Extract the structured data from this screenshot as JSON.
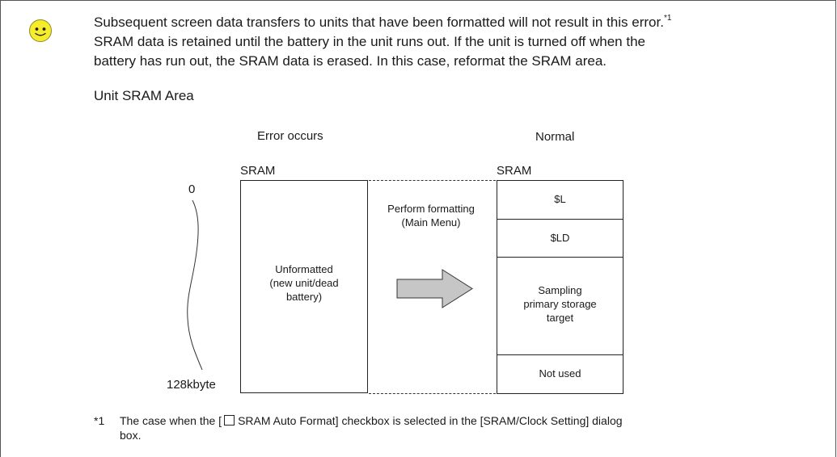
{
  "note": {
    "icon": "smiley-face-icon",
    "lines": [
      "Subsequent screen data transfers to units that have been formatted will not result in this error.",
      "SRAM data is retained until the battery in the unit runs out.  If the unit is turned off when the",
      "battery has run out, the SRAM data is erased.  In this case, reformat the SRAM area."
    ],
    "footnote_ref": "*1",
    "caption": "Unit SRAM Area"
  },
  "diagram": {
    "left_heading": "Error occurs",
    "right_heading": "Normal",
    "left_box_label": "SRAM",
    "right_box_label": "SRAM",
    "range_start": "0",
    "range_end": "128kbyte",
    "unformatted_text": [
      "Unformatted",
      "(new unit/dead",
      "battery)"
    ],
    "action_text": [
      "Perform formatting",
      "(Main Menu)"
    ],
    "segments": [
      {
        "text": [
          "$L"
        ]
      },
      {
        "text": [
          "$LD"
        ]
      },
      {
        "text": [
          "Sampling",
          "primary storage",
          "target"
        ]
      },
      {
        "text": [
          "Not used"
        ]
      }
    ]
  },
  "footnote": {
    "mark": "*1",
    "before_checkbox": "The case when the [",
    "after_checkbox": "SRAM Auto Format] checkbox is selected in the [SRAM/Clock Setting] dialog",
    "line2": "box."
  }
}
